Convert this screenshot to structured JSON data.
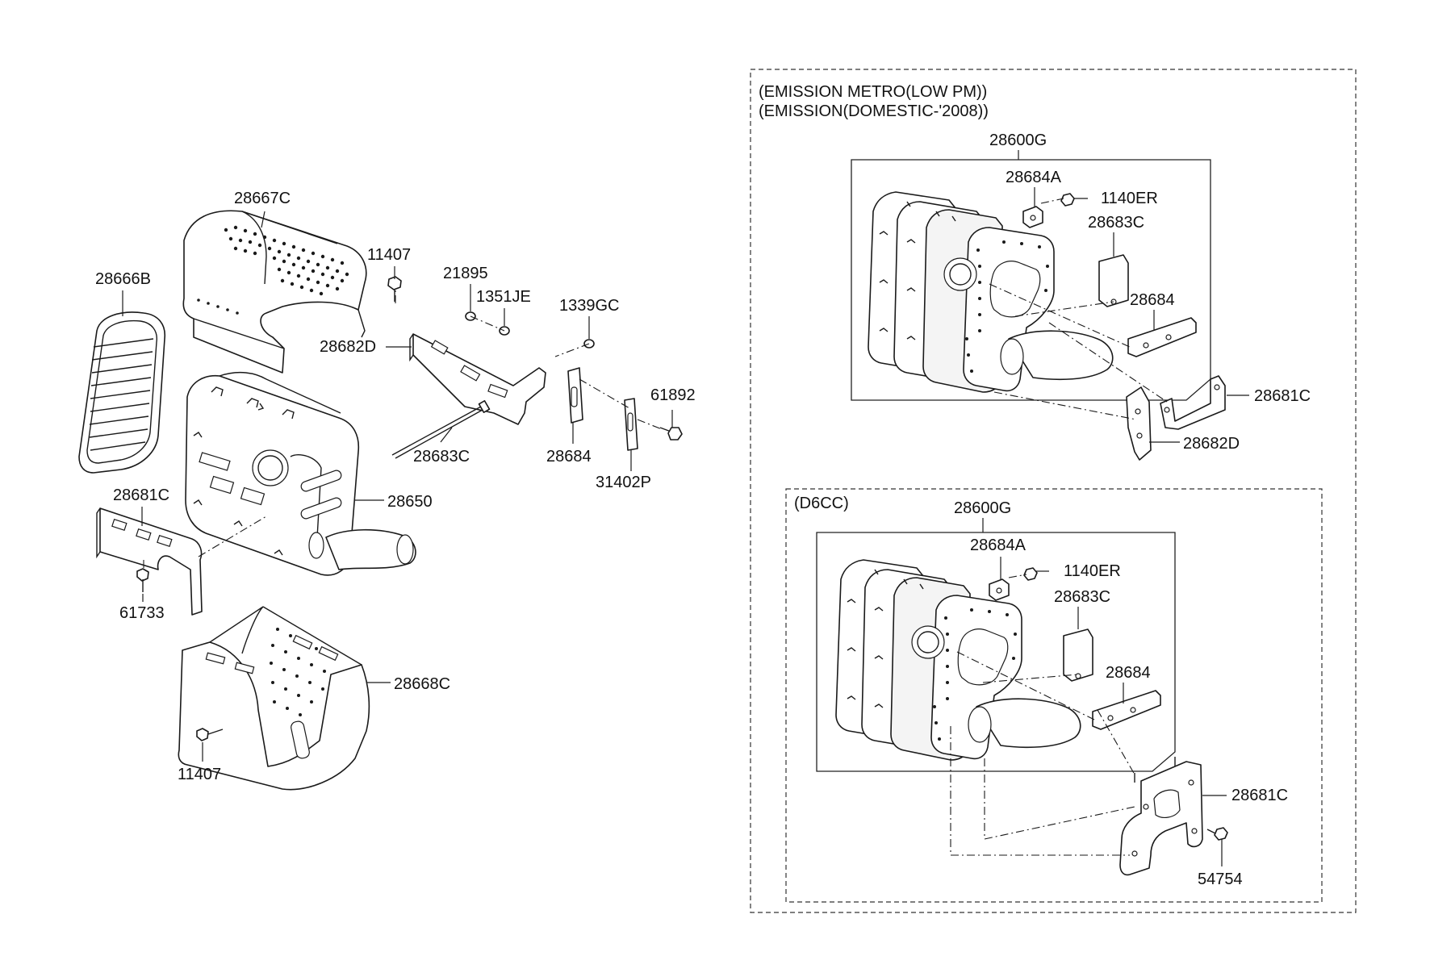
{
  "main_labels": {
    "p28667C": "28667C",
    "p11407_top": "11407",
    "p28666B": "28666B",
    "p21895": "21895",
    "p1351JE": "1351JE",
    "p1339GC": "1339GC",
    "p28682D": "28682D",
    "p61892": "61892",
    "p28683C": "28683C",
    "p28684": "28684",
    "p31402P": "31402P",
    "p28681C": "28681C",
    "p28650": "28650",
    "p61733": "61733",
    "p28668C": "28668C",
    "p11407_bottom": "11407"
  },
  "box1": {
    "header_line1": "(EMISSION METRO(LOW PM))",
    "header_line2": "(EMISSION(DOMESTIC-'2008))",
    "assembly": "28600G",
    "p28684A": "28684A",
    "p1140ER": "1140ER",
    "p28683C": "28683C",
    "p28684": "28684",
    "p28681C": "28681C",
    "p28682D": "28682D"
  },
  "box2": {
    "header": "(D6CC)",
    "assembly": "28600G",
    "p28684A": "28684A",
    "p1140ER": "1140ER",
    "p28683C": "28683C",
    "p28684": "28684",
    "p28681C": "28681C",
    "p54754": "54754"
  }
}
